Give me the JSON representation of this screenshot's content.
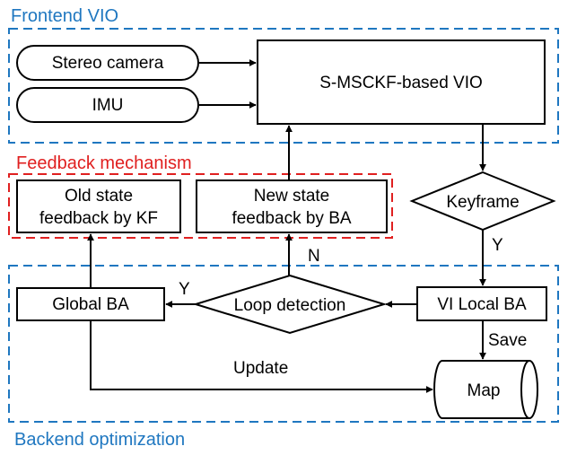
{
  "groups": {
    "frontend": {
      "label": "Frontend VIO",
      "color": "#1f77c0"
    },
    "feedback": {
      "label": "Feedback mechanism",
      "color": "#e02020"
    },
    "backend": {
      "label": "Backend optimization",
      "color": "#1f77c0"
    }
  },
  "nodes": {
    "stereo_camera": "Stereo camera",
    "imu": "IMU",
    "vio": "S-MSCKF-based VIO",
    "keyframe": "Keyframe",
    "old_state": [
      "Old state",
      "feedback by KF"
    ],
    "new_state": [
      "New state",
      "feedback by BA"
    ],
    "global_ba": "Global BA",
    "loop_detection": "Loop detection",
    "vi_local_ba": "VI Local BA",
    "map": "Map"
  },
  "edge_labels": {
    "keyframe_yes": "Y",
    "loop_no": "N",
    "loop_yes": "Y",
    "save": "Save",
    "update": "Update"
  }
}
